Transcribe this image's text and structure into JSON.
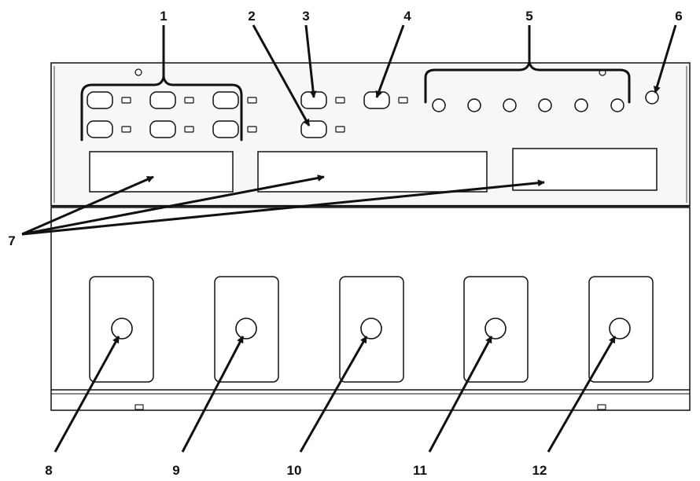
{
  "callouts": [
    {
      "id": "c1",
      "label": "1"
    },
    {
      "id": "c2",
      "label": "2"
    },
    {
      "id": "c3",
      "label": "3"
    },
    {
      "id": "c4",
      "label": "4"
    },
    {
      "id": "c5",
      "label": "5"
    },
    {
      "id": "c6",
      "label": "6"
    },
    {
      "id": "c7",
      "label": "7"
    },
    {
      "id": "c8",
      "label": "8"
    },
    {
      "id": "c9",
      "label": "9"
    },
    {
      "id": "c10",
      "label": "10"
    },
    {
      "id": "c11",
      "label": "11"
    },
    {
      "id": "c12",
      "label": "12"
    }
  ],
  "colors": {
    "ink": "#111111",
    "panel_fill": "#f7f7f7",
    "background": "#ffffff"
  }
}
